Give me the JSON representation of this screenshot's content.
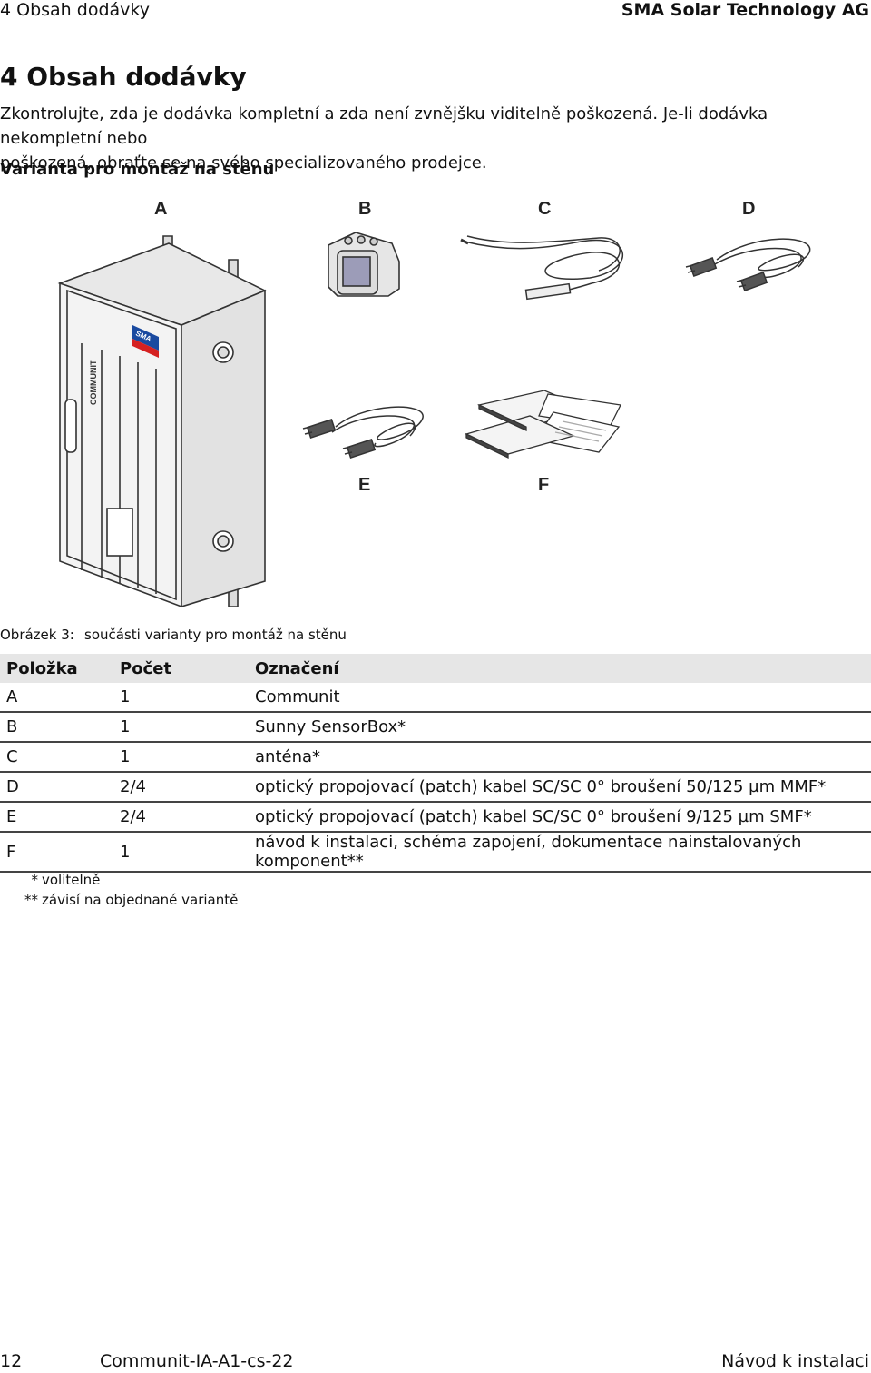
{
  "header": {
    "left": "4 Obsah dodávky",
    "right": "SMA Solar Technology AG"
  },
  "chapter_title": "4 Obsah dodávky",
  "intro": {
    "line1": "Zkontrolujte, zda je dodávka kompletní a zda není zvnějšku viditelně poškozená. Je-li dodávka nekompletní nebo",
    "line2": "poškozená, obraťte se na svého specializovaného prodejce."
  },
  "section_title": "Varianta pro montáž na stěnu",
  "figure": {
    "labels": {
      "a": "A",
      "b": "B",
      "c": "C",
      "d": "D",
      "e": "E",
      "f": "F"
    },
    "cabinet_brand": "COMMUNIT",
    "logo_text": "SMA",
    "caption_label": "Obrázek 3:",
    "caption_text": "součásti varianty pro montáž na stěnu"
  },
  "table": {
    "headers": [
      "Položka",
      "Počet",
      "Označení"
    ],
    "rows": [
      [
        "A",
        "1",
        "Communit"
      ],
      [
        "B",
        "1",
        "Sunny SensorBox*"
      ],
      [
        "C",
        "1",
        "anténa*"
      ],
      [
        "D",
        "2/4",
        "optický propojovací (patch) kabel SC/SC 0° broušení 50/125 µm MMF*"
      ],
      [
        "E",
        "2/4",
        "optický propojovací (patch) kabel SC/SC 0° broušení 9/125 µm SMF*"
      ],
      [
        "F",
        "1",
        "návod k instalaci, schéma zapojení, dokumentace nainstalovaných komponent**"
      ]
    ]
  },
  "footnotes": [
    {
      "mark": "*",
      "text": "volitelně"
    },
    {
      "mark": "**",
      "text": "závisí na objednané variantě"
    }
  ],
  "footer": {
    "page": "12",
    "doc_id": "Communit-IA-A1-cs-22",
    "doc_type": "Návod k instalaci"
  }
}
